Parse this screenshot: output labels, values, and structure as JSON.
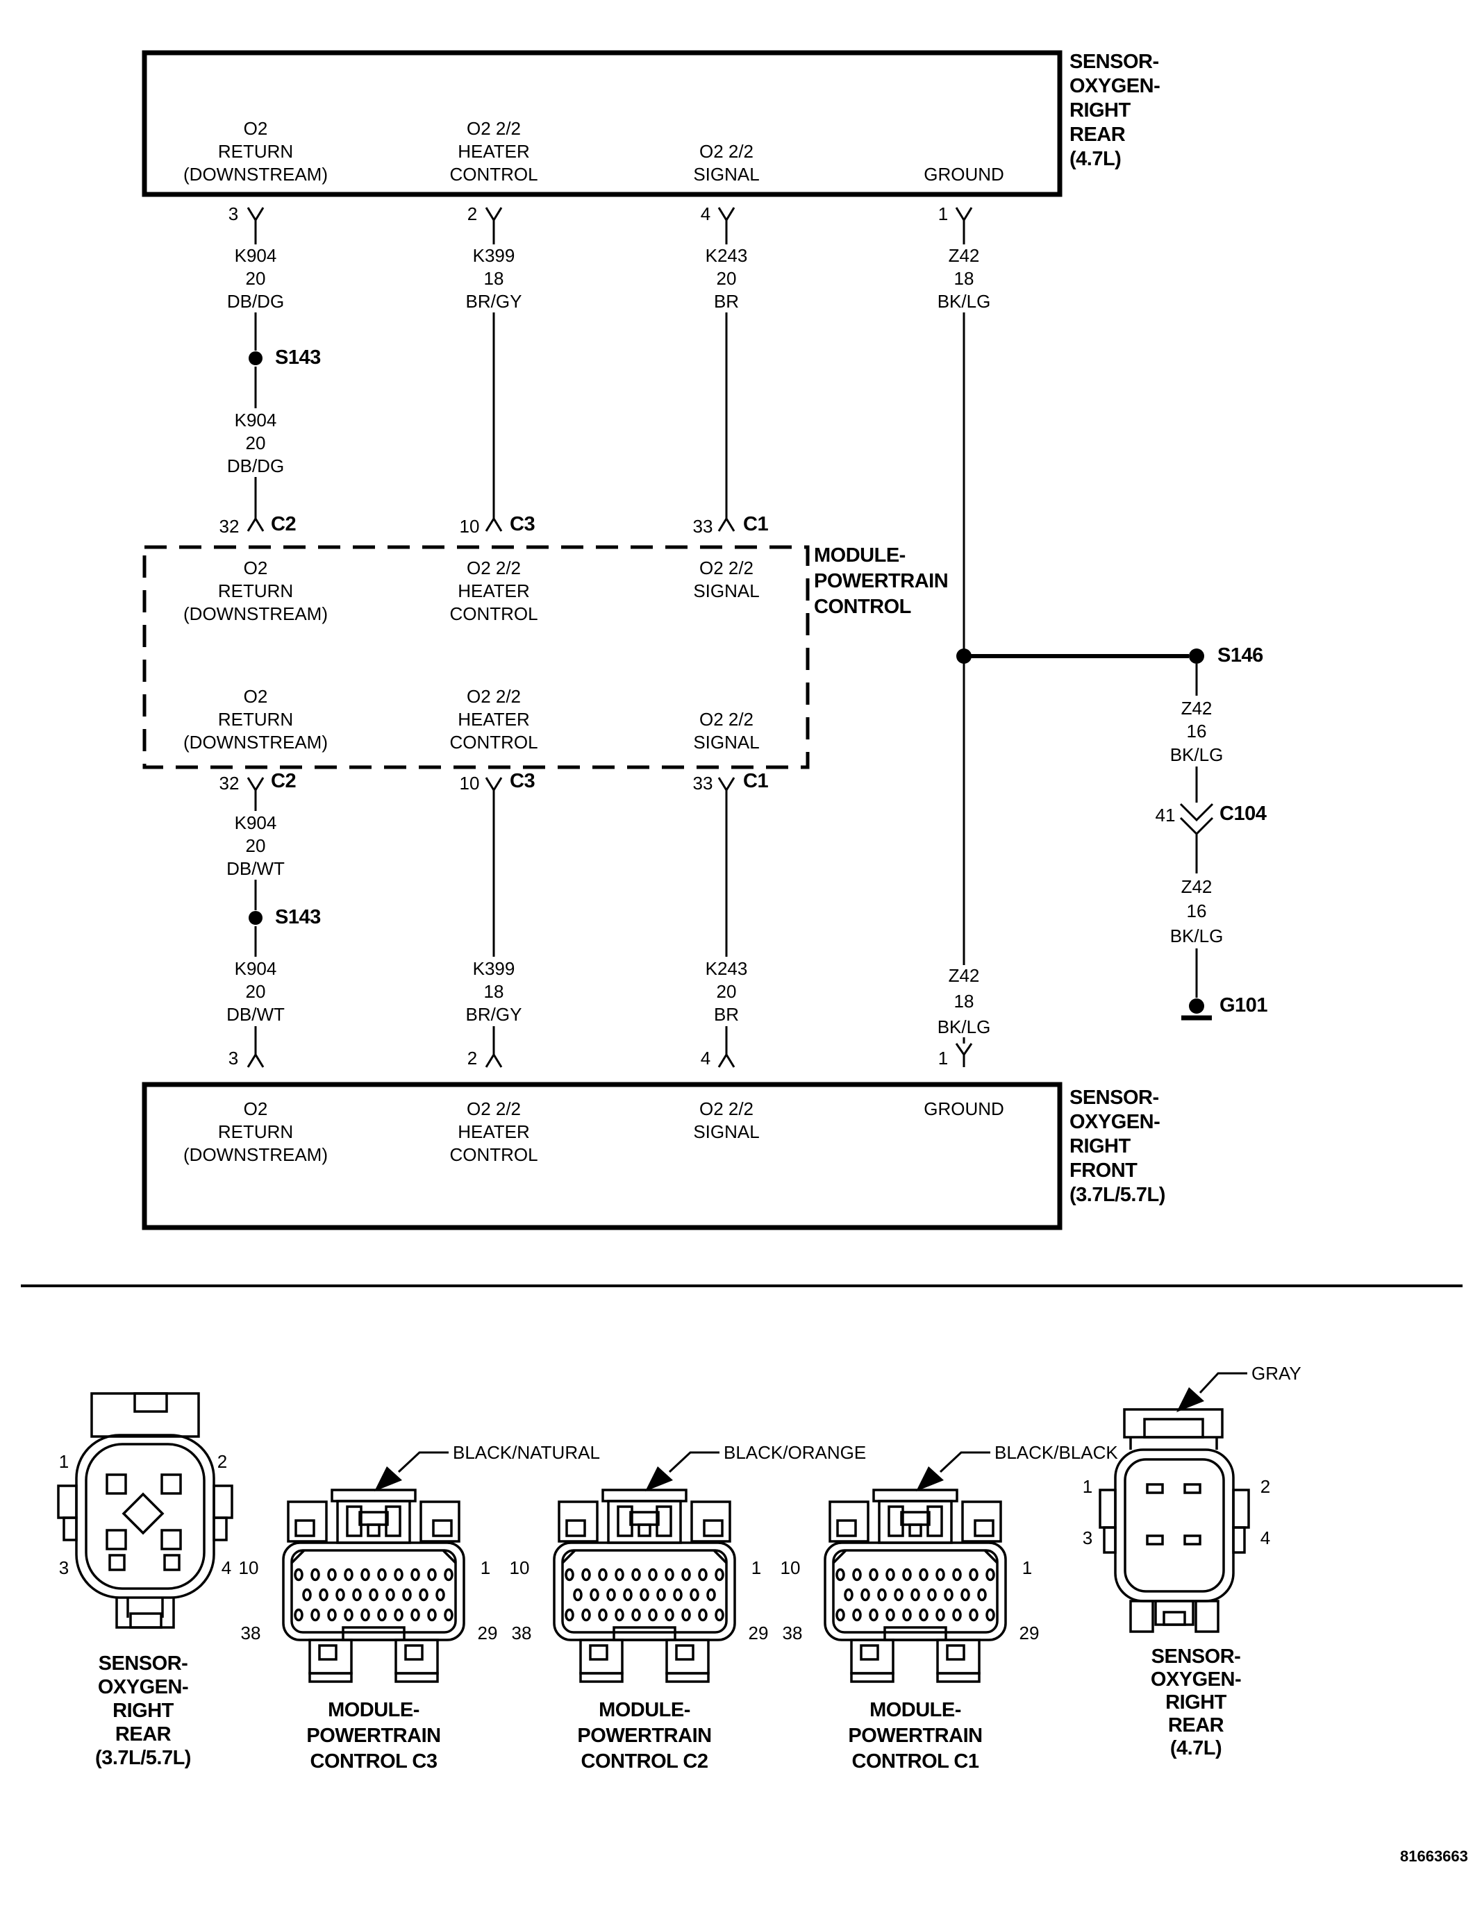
{
  "top_sensor": {
    "name_lines": [
      "SENSOR-",
      "OXYGEN-",
      "RIGHT",
      "REAR",
      "(4.7L)"
    ],
    "pins": [
      {
        "number": "3",
        "function": [
          "O2",
          "RETURN",
          "(DOWNSTREAM)"
        ]
      },
      {
        "number": "2",
        "function": [
          "O2 2/2",
          "HEATER",
          "CONTROL"
        ]
      },
      {
        "number": "4",
        "function": [
          "O2 2/2",
          "SIGNAL"
        ]
      },
      {
        "number": "1",
        "function": [
          "GROUND"
        ]
      }
    ]
  },
  "pcm": {
    "name_lines": [
      "MODULE-",
      "POWERTRAIN",
      "CONTROL"
    ],
    "top_pins": [
      {
        "number": "32",
        "connector": "C2"
      },
      {
        "number": "10",
        "connector": "C3"
      },
      {
        "number": "33",
        "connector": "C1"
      }
    ],
    "bottom_pins": [
      {
        "number": "32",
        "connector": "C2"
      },
      {
        "number": "10",
        "connector": "C3"
      },
      {
        "number": "33",
        "connector": "C1"
      }
    ],
    "row_top": [
      [
        "O2",
        "RETURN",
        "(DOWNSTREAM)"
      ],
      [
        "O2 2/2",
        "HEATER",
        "CONTROL"
      ],
      [
        "O2 2/2",
        "SIGNAL"
      ]
    ],
    "row_bottom": [
      [
        "O2",
        "RETURN",
        "(DOWNSTREAM)"
      ],
      [
        "O2 2/2",
        "HEATER",
        "CONTROL"
      ],
      [
        "O2 2/2",
        "SIGNAL"
      ]
    ]
  },
  "bottom_sensor": {
    "name_lines": [
      "SENSOR-",
      "OXYGEN-",
      "RIGHT",
      "FRONT",
      "(3.7L/5.7L)"
    ],
    "pins": [
      {
        "number": "3",
        "function": [
          "O2",
          "RETURN",
          "(DOWNSTREAM)"
        ]
      },
      {
        "number": "2",
        "function": [
          "O2 2/2",
          "HEATER",
          "CONTROL"
        ]
      },
      {
        "number": "4",
        "function": [
          "O2 2/2",
          "SIGNAL"
        ]
      },
      {
        "number": "1",
        "function": [
          "GROUND"
        ]
      }
    ]
  },
  "wires": {
    "k904_a": [
      "K904",
      "20",
      "DB/DG"
    ],
    "k399_a": [
      "K399",
      "18",
      "BR/GY"
    ],
    "k243_a": [
      "K243",
      "20",
      "BR"
    ],
    "z42_a": [
      "Z42",
      "18",
      "BK/LG"
    ],
    "k904_b": [
      "K904",
      "20",
      "DB/DG"
    ],
    "k904_c": [
      "K904",
      "20",
      "DB/WT"
    ],
    "k904_d": [
      "K904",
      "20",
      "DB/WT"
    ],
    "k399_d": [
      "K399",
      "18",
      "BR/GY"
    ],
    "k243_d": [
      "K243",
      "20",
      "BR"
    ],
    "z42_d": [
      "Z42",
      "18",
      "BK/LG"
    ],
    "z42_s146_upper": [
      "Z42",
      "16",
      "BK/LG"
    ],
    "z42_s146_lower": [
      "Z42",
      "16",
      "BK/LG"
    ]
  },
  "refs": {
    "s143_upper": "S143",
    "s143_lower": "S143",
    "s146": "S146",
    "g101": "G101",
    "c104": {
      "pin": "41",
      "name": "C104"
    }
  },
  "connector_views": {
    "sensor_left": {
      "pins": [
        "1",
        "2",
        "3",
        "4"
      ],
      "name_lines": [
        "SENSOR-",
        "OXYGEN-",
        "RIGHT",
        "REAR",
        "(3.7L/5.7L)"
      ]
    },
    "pcm_c3": {
      "color": "BLACK/NATURAL",
      "corner_pins": [
        "10",
        "1",
        "38",
        "29"
      ],
      "name_lines": [
        "MODULE-",
        "POWERTRAIN",
        "CONTROL C3"
      ]
    },
    "pcm_c2": {
      "color": "BLACK/ORANGE",
      "corner_pins": [
        "10",
        "1",
        "38",
        "29"
      ],
      "name_lines": [
        "MODULE-",
        "POWERTRAIN",
        "CONTROL C2"
      ]
    },
    "pcm_c1": {
      "color": "BLACK/BLACK",
      "corner_pins": [
        "10",
        "1",
        "38",
        "29"
      ],
      "name_lines": [
        "MODULE-",
        "POWERTRAIN",
        "CONTROL C1"
      ]
    },
    "sensor_right": {
      "color": "GRAY",
      "pins": [
        "1",
        "2",
        "3",
        "4"
      ],
      "name_lines": [
        "SENSOR-",
        "OXYGEN-",
        "RIGHT",
        "REAR",
        "(4.7L)"
      ]
    }
  },
  "footer": {
    "part_number": "81663663"
  }
}
